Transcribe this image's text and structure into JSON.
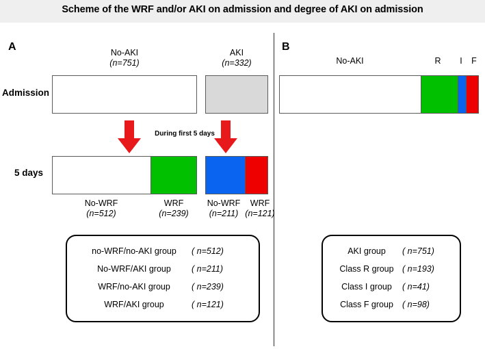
{
  "title": "Scheme of the WRF and/or AKI on admission and degree of AKI on admission",
  "panels": {
    "a": {
      "letter": "A",
      "row_labels": {
        "admission": "Admission",
        "five_days": "5 days"
      },
      "transition_note": "During first 5 days",
      "admission_groups": [
        {
          "name": "No-AKI",
          "count": "(n=751)",
          "color": "#ffffff"
        },
        {
          "name": "AKI",
          "count": "(n=332)",
          "color": "#d9d9d9"
        }
      ],
      "five_day_groups": [
        {
          "name": "No-WRF",
          "count": "(n=512)",
          "color": "#ffffff"
        },
        {
          "name": "WRF",
          "count": "(n=239)",
          "color": "#00c000"
        },
        {
          "name": "No-WRF",
          "count": "(n=211)",
          "color": "#0a64f0"
        },
        {
          "name": "WRF",
          "count": "(n=121)",
          "color": "#ee0000"
        }
      ],
      "legend": [
        {
          "label": "no-WRF/no-AKI group",
          "count": "( n=512)"
        },
        {
          "label": "No-WRF/AKI group",
          "count": "( n=211)"
        },
        {
          "label": "WRF/no-AKI group",
          "count": "( n=239)"
        },
        {
          "label": "WRF/AKI group",
          "count": "( n=121)"
        }
      ]
    },
    "b": {
      "letter": "B",
      "bar_segments": [
        {
          "name": "No-AKI",
          "color": "#ffffff"
        },
        {
          "name": "R",
          "color": "#00c000"
        },
        {
          "name": "I",
          "color": "#0a64f0"
        },
        {
          "name": "F",
          "color": "#ee0000"
        }
      ],
      "legend": [
        {
          "label": "AKI group",
          "count": "( n=751)"
        },
        {
          "label": "Class R group",
          "count": "( n=193)"
        },
        {
          "label": "Class I group",
          "count": "( n=41)"
        },
        {
          "label": "Class F group",
          "count": "( n=98)"
        }
      ]
    }
  },
  "colors": {
    "green": "#00c000",
    "blue": "#0a64f0",
    "red": "#ee0000",
    "gray": "#d9d9d9",
    "arrow_red": "#e8191b",
    "title_bg": "#efefef"
  },
  "chart_data": {
    "type": "bar",
    "title": "Scheme of the WRF and/or AKI on admission and degree of AKI on admission",
    "xlabel": "",
    "ylabel": "",
    "grid": false,
    "legend_position": "bottom",
    "panels": [
      {
        "name": "A",
        "rows": [
          {
            "row": "Admission",
            "categories": [
              "No-AKI",
              "AKI"
            ],
            "values": [
              751,
              332
            ]
          },
          {
            "row": "5 days",
            "categories": [
              "No-WRF/no-AKI",
              "WRF/no-AKI",
              "No-WRF/AKI",
              "WRF/AKI"
            ],
            "values": [
              512,
              239,
              211,
              121
            ]
          }
        ],
        "annotations": [
          "During first 5 days"
        ]
      },
      {
        "name": "B",
        "rows": [
          {
            "row": "Admission",
            "categories": [
              "No-AKI",
              "R",
              "I",
              "F"
            ],
            "values": [
              751,
              193,
              41,
              98
            ]
          }
        ],
        "annotations": []
      }
    ]
  }
}
